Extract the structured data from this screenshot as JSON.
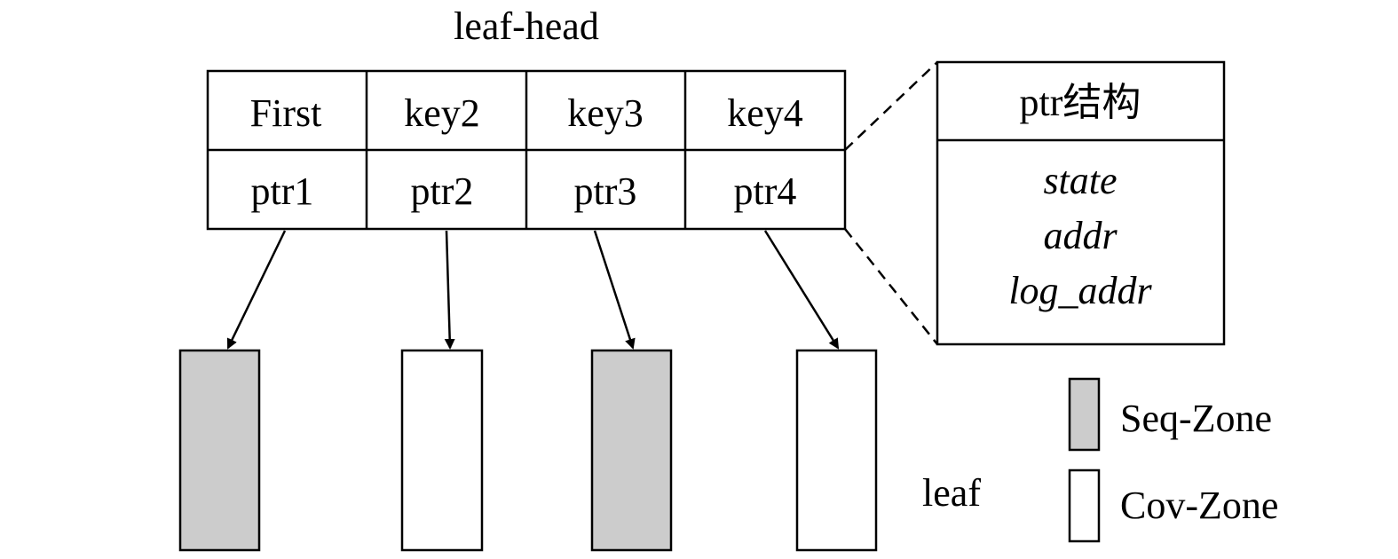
{
  "title": "leaf-head",
  "table": {
    "keys": [
      "First",
      "key2",
      "key3",
      "key4"
    ],
    "ptrs": [
      "ptr1",
      "ptr2",
      "ptr3",
      "ptr4"
    ]
  },
  "ptr_struct": {
    "title": "ptr结构",
    "fields": [
      "state",
      "addr",
      "log_addr"
    ]
  },
  "leaf_label": "leaf",
  "leaves": [
    {
      "zone": "Seq-Zone"
    },
    {
      "zone": "Cov-Zone"
    },
    {
      "zone": "Seq-Zone"
    },
    {
      "zone": "Cov-Zone"
    }
  ],
  "legend": [
    {
      "label": "Seq-Zone",
      "color": "#cccccc"
    },
    {
      "label": "Cov-Zone",
      "color": "#ffffff"
    }
  ]
}
